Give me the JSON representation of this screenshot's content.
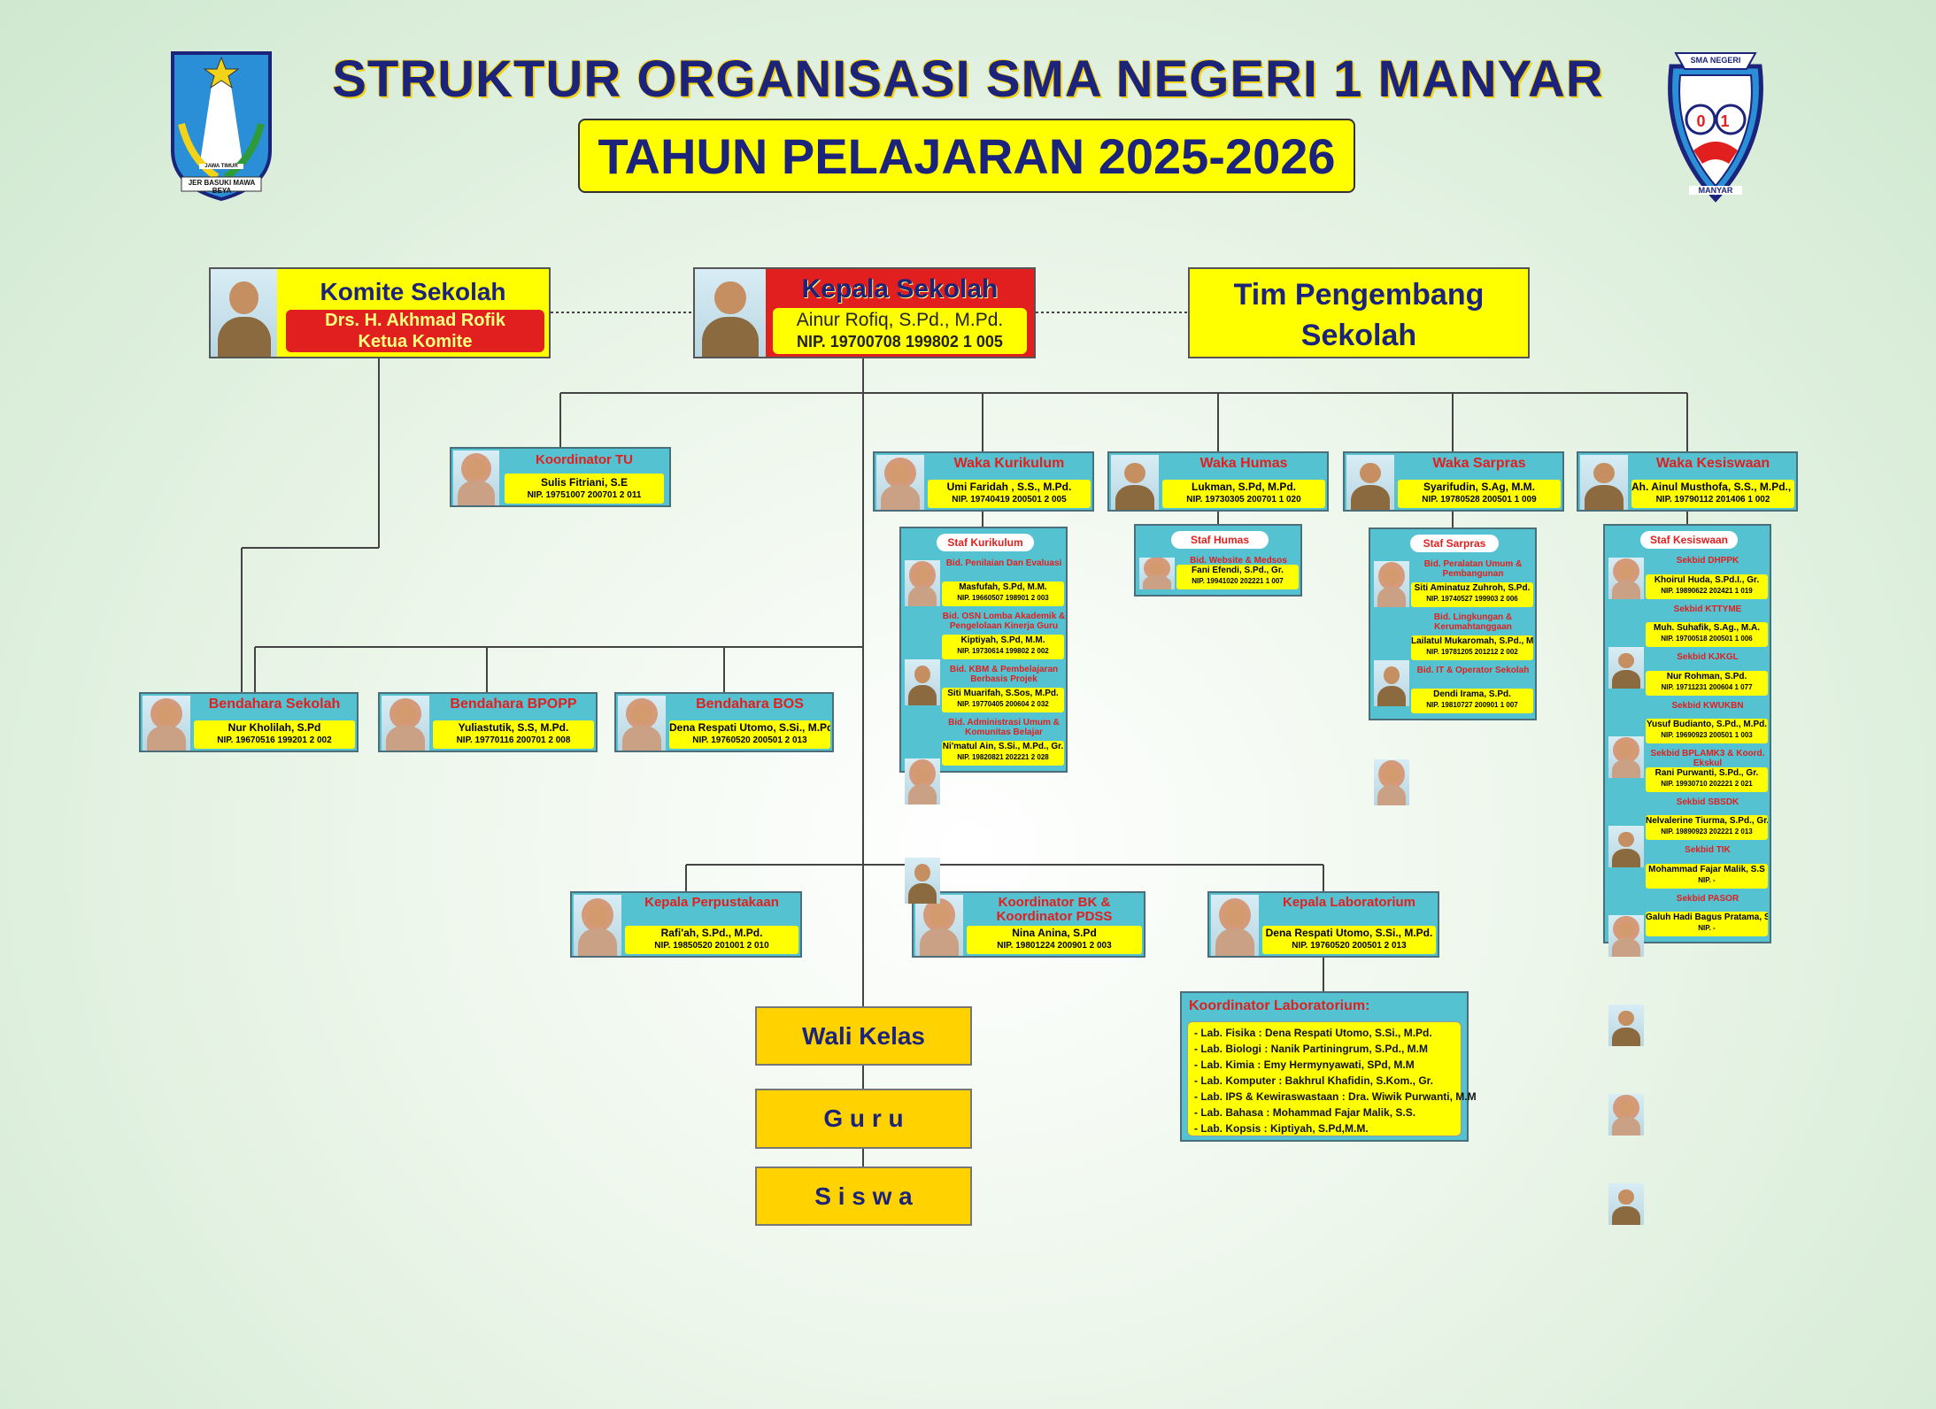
{
  "header": {
    "title": "STRUKTUR ORGANISASI SMA NEGERI 1 MANYAR",
    "subtitle": "TAHUN PELAJARAN 2025-2026",
    "left_logo_motto": "JER BASUKI MAWA BEYA",
    "left_logo_banner": "JAWA TIMUR",
    "right_logo_top": "SMA NEGERI",
    "right_logo_bottom": "MANYAR",
    "right_logo_number": "0 1"
  },
  "komite": {
    "title": "Komite Sekolah",
    "name": "Drs. H. Akhmad Rofik",
    "role": "Ketua Komite"
  },
  "kepala": {
    "title": "Kepala Sekolah",
    "name": "Ainur Rofiq, S.Pd., M.Pd.",
    "nip": "NIP. 19700708 199802 1 005"
  },
  "tim": {
    "title": "Tim Pengembang Sekolah"
  },
  "tu": {
    "title": "Koordinator TU",
    "name": "Sulis Fitriani, S.E",
    "nip": "NIP. 19751007 200701 2 011"
  },
  "waka": [
    {
      "title": "Waka Kurikulum",
      "name": "Umi Faridah , S.S., M.Pd.",
      "nip": "NIP. 19740419 200501 2 005"
    },
    {
      "title": "Waka Humas",
      "name": "Lukman, S.Pd, M.Pd.",
      "nip": "NIP. 19730305 200701 1 020"
    },
    {
      "title": "Waka Sarpras",
      "name": "Syarifudin, S.Ag, M.M.",
      "nip": "NIP. 19780528 200501 1 009"
    },
    {
      "title": "Waka Kesiswaan",
      "name": "Ah. Ainul Musthofa, S.S., M.Pd., Gr.",
      "nip": "NIP. 19790112 201406 1 002"
    }
  ],
  "staf_kurikulum": {
    "title": "Staf Kurikulum",
    "items": [
      {
        "bid": "Bid. Penilaian Dan Evaluasi",
        "name": "Masfufah, S.Pd, M.M.",
        "nip": "NIP. 19660507 198901 2 003"
      },
      {
        "bid": "Bid. OSN Lomba Akademik & Pengelolaan Kinerja Guru",
        "name": "Kiptiyah, S.Pd, M.M.",
        "nip": "NIP. 19730614 199802 2 002"
      },
      {
        "bid": "Bid. KBM & Pembelajaran Berbasis Projek",
        "name": "Siti Muarifah, S.Sos, M.Pd.",
        "nip": "NIP. 19770405 200604 2 032"
      },
      {
        "bid": "Bid. Administrasi Umum & Komunitas Belajar",
        "name": "Ni'matul Ain, S.Si., M.Pd., Gr.",
        "nip": "NIP. 19820821 202221 2 028"
      }
    ]
  },
  "staf_humas": {
    "title": "Staf Humas",
    "items": [
      {
        "bid": "Bid. Website & Medsos",
        "name": "Fani Efendi, S.Pd., Gr.",
        "nip": "NIP. 19941020 202221 1 007"
      }
    ]
  },
  "staf_sarpras": {
    "title": "Staf Sarpras",
    "items": [
      {
        "bid": "Bid. Peralatan Umum & Pembangunan",
        "name": "Siti Aminatuz Zuhroh, S.Pd.",
        "nip": "NIP. 19740527 199903 2 006"
      },
      {
        "bid": "Bid. Lingkungan & Kerumahtanggaan",
        "name": "Lailatul Mukaromah, S.Pd., M.Pd.",
        "nip": "NIP. 19781205 201212 2 002"
      },
      {
        "bid": "Bid. IT & Operator Sekolah",
        "name": "Dendi Irama, S.Pd.",
        "nip": "NIP. 19810727 200901 1 007"
      }
    ]
  },
  "staf_kesiswaan": {
    "title": "Staf Kesiswaan",
    "items": [
      {
        "bid": "Sekbid DHPPK",
        "name": "Khoirul Huda, S.Pd.I., Gr.",
        "nip": "NIP. 19890622 202421 1 019"
      },
      {
        "bid": "Sekbid KTTYME",
        "name": "Muh. Suhafik, S.Ag., M.A.",
        "nip": "NIP. 19700518 200501 1 006"
      },
      {
        "bid": "Sekbid KJKGL",
        "name": "Nur Rohman, S.Pd.",
        "nip": "NIP. 19711231 200604 1 077"
      },
      {
        "bid": "Sekbid KWUKBN",
        "name": "Yusuf Budianto, S.Pd., M.Pd.",
        "nip": "NIP. 19690923 200501 1 003"
      },
      {
        "bid": "Sekbid BPLAMK3 & Koord. Ekskul",
        "name": "Rani Purwanti, S.Pd., Gr.",
        "nip": "NIP. 19930710 202221 2 021"
      },
      {
        "bid": "Sekbid SBSDK",
        "name": "Nelvalerine Tiurma, S.Pd., Gr.",
        "nip": "NIP. 19890923 202221 2 013"
      },
      {
        "bid": "Sekbid TIK",
        "name": "Mohammad Fajar Malik, S.S",
        "nip": "NIP. -"
      },
      {
        "bid": "Sekbid PASOR",
        "name": "Galuh Hadi Bagus Pratama, S.Psi",
        "nip": "NIP. -"
      }
    ]
  },
  "bendahara": [
    {
      "title": "Bendahara Sekolah",
      "name": "Nur Kholilah, S.Pd",
      "nip": "NIP. 19670516 199201 2 002"
    },
    {
      "title": "Bendahara BPOPP",
      "name": "Yuliastutik, S.S, M.Pd.",
      "nip": "NIP. 19770116 200701 2 008"
    },
    {
      "title": "Bendahara BOS",
      "name": "Dena Respati Utomo, S.Si., M.Pd.",
      "nip": "NIP. 19760520 200501 2 013"
    }
  ],
  "lower": [
    {
      "title": "Kepala Perpustakaan",
      "name": "Rafi'ah, S.Pd., M.Pd.",
      "nip": "NIP. 19850520 201001 2 010"
    },
    {
      "title": "Koordinator BK & Koordinator PDSS",
      "name": "Nina Anina, S.Pd",
      "nip": "NIP. 19801224 200901 2 003"
    },
    {
      "title": "Kepala Laboratorium",
      "name": "Dena Respati Utomo, S.Si., M.Pd.",
      "nip": "NIP. 19760520 200501 2 013"
    }
  ],
  "lab": {
    "title": "Koordinator Laboratorium:",
    "items": [
      "- Lab. Fisika : Dena Respati Utomo, S.Si., M.Pd.",
      "- Lab. Biologi : Nanik Partiningrum, S.Pd., M.M",
      "- Lab. Kimia : Emy Hermynyawati, SPd, M.M",
      "- Lab. Komputer : Bakhrul Khafidin, S.Kom., Gr.",
      "- Lab. IPS & Kewiraswastaan : Dra. Wiwik Purwanti, M.M",
      "- Lab. Bahasa : Mohammad Fajar Malik, S.S.",
      "- Lab. Kopsis : Kiptiyah, S.Pd,M.M."
    ]
  },
  "bottom": {
    "wali": "Wali Kelas",
    "guru": "G u r u",
    "siswa": "S i s w a"
  },
  "colors": {
    "navy": "#1b237a",
    "yellow": "#ffff00",
    "red": "#e21f1f",
    "teal": "#54c2d0",
    "gold": "#ffd200"
  }
}
